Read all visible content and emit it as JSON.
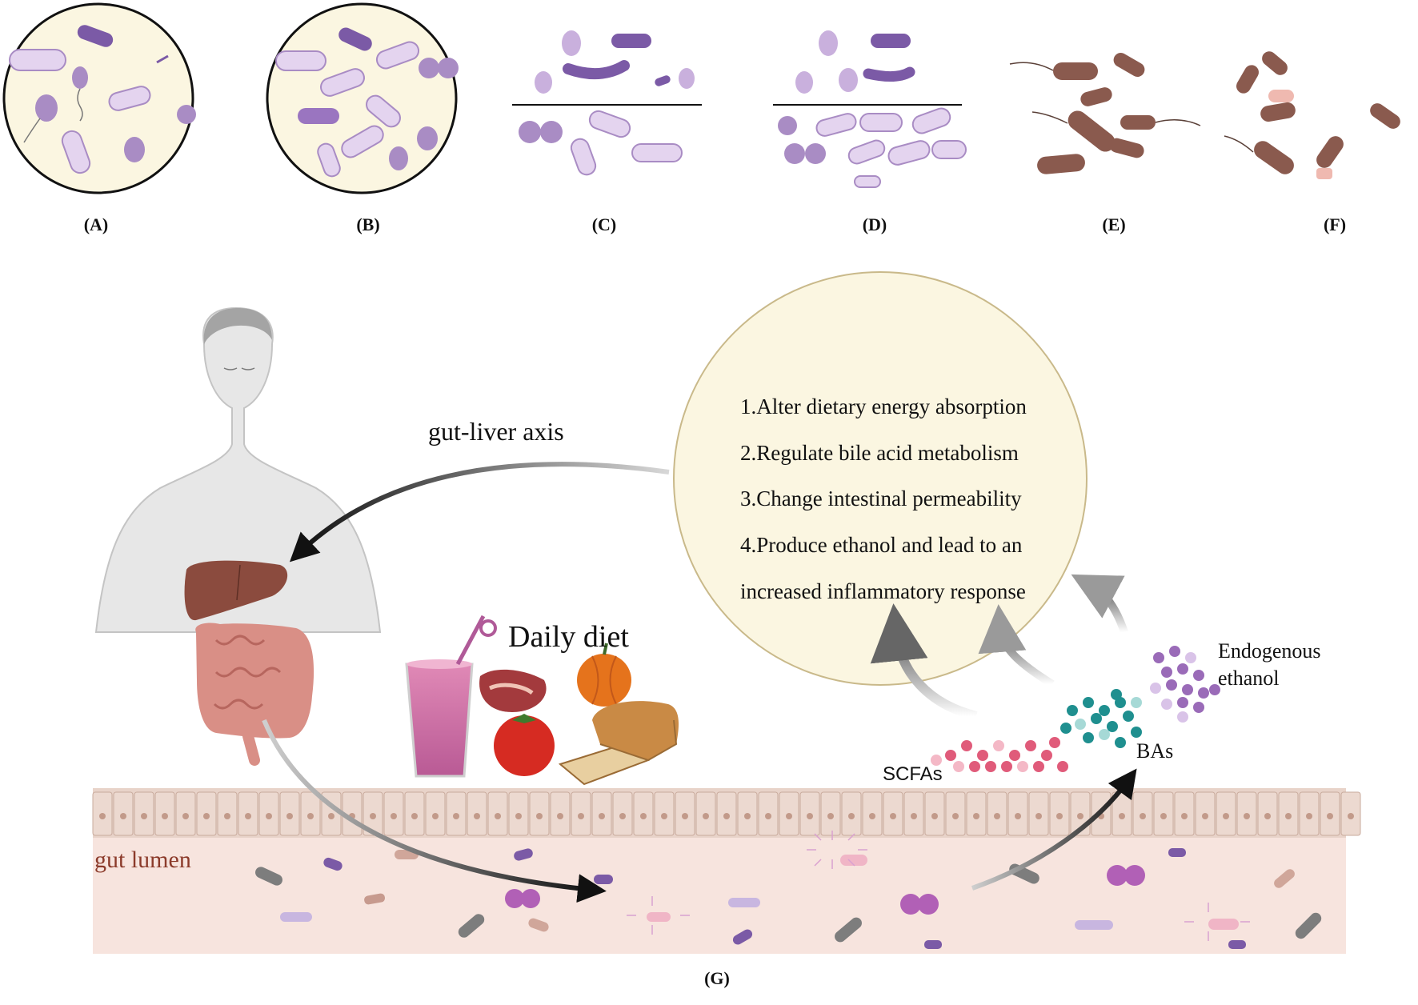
{
  "panels": [
    {
      "label": "(A)"
    },
    {
      "label": "(B)"
    },
    {
      "label": "(C)"
    },
    {
      "label": "(D)"
    },
    {
      "label": "(E)"
    },
    {
      "label": "(F)"
    }
  ],
  "main": {
    "panel_label": "(G)",
    "axis_label": "gut-liver axis",
    "diet_title": "Daily diet",
    "lumen_label": "gut lumen",
    "metabolites": {
      "scfas": "SCFAs",
      "bas": "BAs",
      "ethanol_line1": "Endogenous",
      "ethanol_line2": "ethanol"
    },
    "mechanisms": [
      "1.Alter dietary energy absorption",
      "2.Regulate bile acid metabolism",
      "3.Change intestinal permeability",
      "4.Produce ethanol and  lead to an",
      "increased inflammatory response"
    ]
  },
  "colors": {
    "bacteria_purple": "#a98cc4",
    "bacteria_dark_purple": "#7b5aa6",
    "bacteria_brown": "#8a5a4e",
    "circle_fill": "#fbf6e1",
    "circle_border": "#c9b98a",
    "epithelium": "#e8d3c9",
    "lumen": "#f7e4de",
    "scfa_pink": "#e05b7a",
    "ba_teal": "#1f8f8f",
    "ethanol_purple": "#9a6bb8",
    "lumen_text": "#8b3a2a",
    "liver": "#8b4b3e",
    "intestine": "#d98f86"
  }
}
